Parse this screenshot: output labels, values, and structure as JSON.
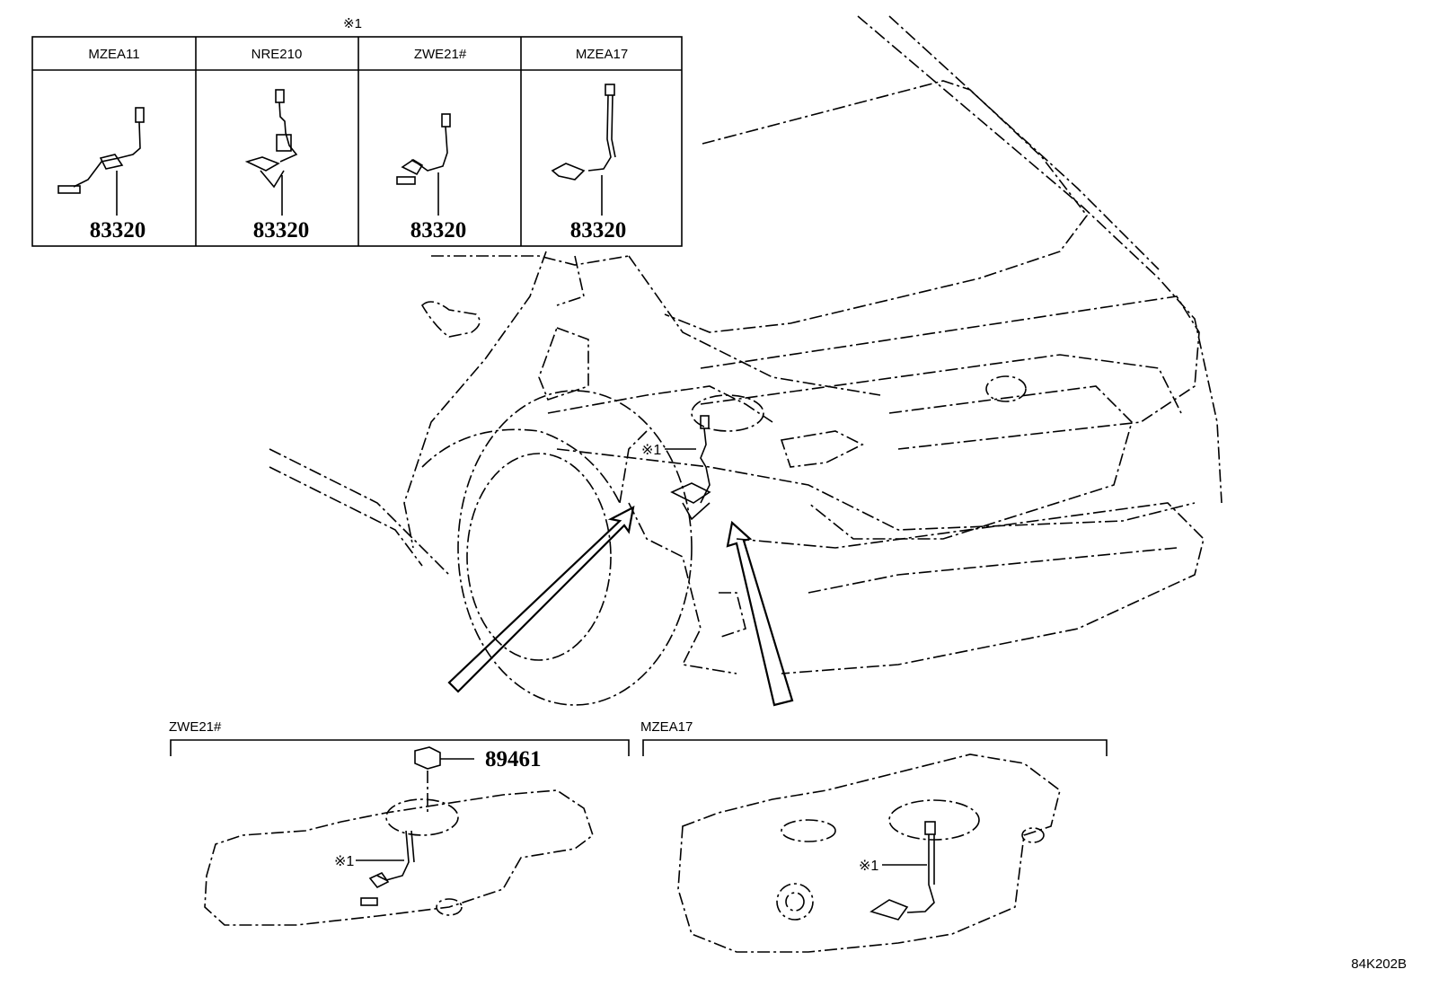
{
  "note_marker_top": "※1",
  "variant_table": {
    "columns": [
      {
        "model": "MZEA11",
        "part_no": "83320"
      },
      {
        "model": "NRE210",
        "part_no": "83320"
      },
      {
        "model": "ZWE21#",
        "part_no": "83320"
      },
      {
        "model": "MZEA17",
        "part_no": "83320"
      }
    ]
  },
  "car_callout": "※1",
  "tank_left": {
    "model": "ZWE21#",
    "part_no": "89461",
    "callout": "※1"
  },
  "tank_right": {
    "model": "MZEA17",
    "callout": "※1"
  },
  "diagram_code": "84K202B"
}
